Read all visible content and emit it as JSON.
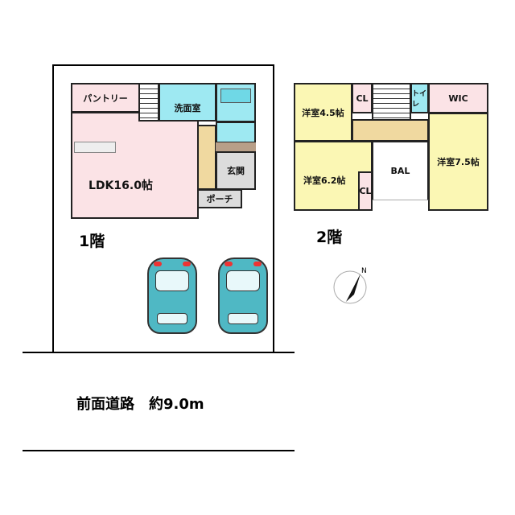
{
  "floor1": {
    "label": "1階",
    "rooms": {
      "pantry": "パントリー",
      "ldk": "LDK16.0帖",
      "washroom": "洗面室",
      "entrance": "玄関",
      "porch": "ポーチ"
    }
  },
  "floor2": {
    "label": "2階",
    "rooms": {
      "room45": "洋室4.5帖",
      "cl1": "CL",
      "toilet": "トイレ",
      "wic": "WIC",
      "room75": "洋室7.5帖",
      "room62": "洋室6.2帖",
      "cl2": "CL",
      "bal": "BAL"
    }
  },
  "compass": {
    "label": "N"
  },
  "road": {
    "label": "前面道路　約9.0m"
  },
  "colors": {
    "pink": "#fbe3e6",
    "cyan": "#9ee9f2",
    "yellow": "#fbf7b4",
    "tan": "#f0d9a0",
    "car": "#4fb8c4"
  }
}
